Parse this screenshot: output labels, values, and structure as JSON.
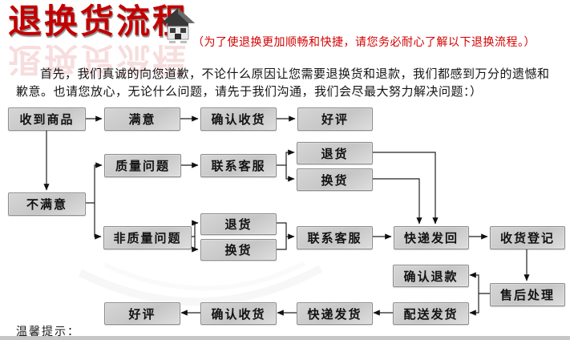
{
  "header": {
    "title": "退换货流程",
    "subtitle": "（为了使退换更加顺畅和快捷，请您务必耐心了解以下退换流程。）"
  },
  "intro": "首先，我们真诚的向您道歉，不论什么原因让您需要退换货和退款，我们都感到万分的遗憾和歉意。也请您放心，无论什么问题，请先于我们沟通，我们会尽最大努力解决问题：）",
  "flowchart": {
    "nodes": {
      "received": "收到商品",
      "satisfied": "满意",
      "confirm_receipt_top": "确认收货",
      "good_review_top": "好评",
      "quality_issue": "质量问题",
      "contact_service_quality": "联系客服",
      "return_quality": "退货",
      "exchange_quality": "换货",
      "unsatisfied": "不满意",
      "non_quality_issue": "非质量问题",
      "return_non_quality": "退货",
      "exchange_non_quality": "换货",
      "contact_service_non_quality": "联系客服",
      "express_return": "快递发回",
      "receipt_register": "收货登记",
      "confirm_refund": "确认退款",
      "after_sale_handling": "售后处理",
      "dispatch_goods": "配送发货",
      "express_delivery": "快递发货",
      "confirm_receipt_bottom": "确认收货",
      "good_review_bottom": "好评"
    },
    "edges": [
      {
        "from": "received",
        "to": "satisfied"
      },
      {
        "from": "satisfied",
        "to": "confirm_receipt_top"
      },
      {
        "from": "confirm_receipt_top",
        "to": "good_review_top"
      },
      {
        "from": "received",
        "to": "unsatisfied"
      },
      {
        "from": "unsatisfied",
        "to": "quality_issue"
      },
      {
        "from": "unsatisfied",
        "to": "non_quality_issue"
      },
      {
        "from": "quality_issue",
        "to": "contact_service_quality"
      },
      {
        "from": "contact_service_quality",
        "to": "return_quality"
      },
      {
        "from": "contact_service_quality",
        "to": "exchange_quality"
      },
      {
        "from": "return_quality",
        "to": "express_return"
      },
      {
        "from": "exchange_quality",
        "to": "express_return"
      },
      {
        "from": "non_quality_issue",
        "to": "return_non_quality"
      },
      {
        "from": "non_quality_issue",
        "to": "exchange_non_quality"
      },
      {
        "from": "return_non_quality",
        "to": "contact_service_non_quality"
      },
      {
        "from": "exchange_non_quality",
        "to": "contact_service_non_quality"
      },
      {
        "from": "contact_service_non_quality",
        "to": "express_return"
      },
      {
        "from": "express_return",
        "to": "receipt_register"
      },
      {
        "from": "receipt_register",
        "to": "after_sale_handling"
      },
      {
        "from": "after_sale_handling",
        "to": "confirm_refund"
      },
      {
        "from": "after_sale_handling",
        "to": "dispatch_goods"
      },
      {
        "from": "dispatch_goods",
        "to": "express_delivery"
      },
      {
        "from": "express_delivery",
        "to": "confirm_receipt_bottom"
      },
      {
        "from": "confirm_receipt_bottom",
        "to": "good_review_bottom"
      }
    ]
  },
  "footer": {
    "tips_label": "温馨提示："
  },
  "colors": {
    "accent_red": "#c30000",
    "box_fill": "#c9c9c9",
    "box_border": "#8d8d8d",
    "line_color": "#222222",
    "bottom_bar": "#c6c6c6"
  }
}
